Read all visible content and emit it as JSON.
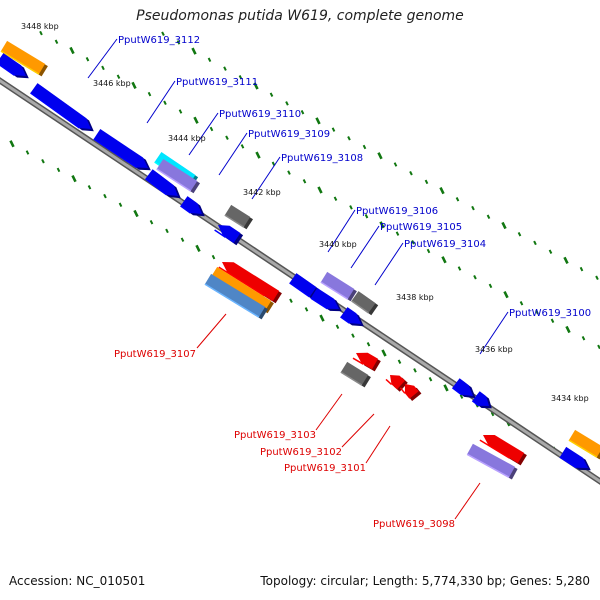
{
  "title": "Pseudomonas putida W619, complete genome",
  "footer": {
    "accession": "Accession: NC_010501",
    "summary": "Topology: circular; Length: 5,774,330 bp; Genes: 5,280"
  },
  "colors": {
    "forward_label": "#0000cc",
    "reverse_label": "#dd0000",
    "blue_gene": "#0000ee",
    "red_gene": "#ee0000",
    "orange_gene": "#ff9900",
    "cyan_gene": "#00e5ff",
    "purple_gene": "#8877dd",
    "gray_gene": "#666666",
    "steel_gene": "#4f86c6",
    "backbone": "#888888",
    "ticks": "#117711"
  },
  "scale_labels": [
    "3448 kbp",
    "3446 kbp",
    "3444 kbp",
    "3442 kbp",
    "3440 kbp",
    "3438 kbp",
    "3436 kbp",
    "3434 kbp"
  ],
  "gene_labels": {
    "forward": [
      "PputW619_3112",
      "PputW619_3111",
      "PputW619_3110",
      "PputW619_3109",
      "PputW619_3108",
      "PputW619_3106",
      "PputW619_3105",
      "PputW619_3104",
      "PputW619_3100"
    ],
    "reverse": [
      "PputW619_3107",
      "PputW619_3103",
      "PputW619_3102",
      "PputW619_3101",
      "PputW619_3098"
    ]
  }
}
